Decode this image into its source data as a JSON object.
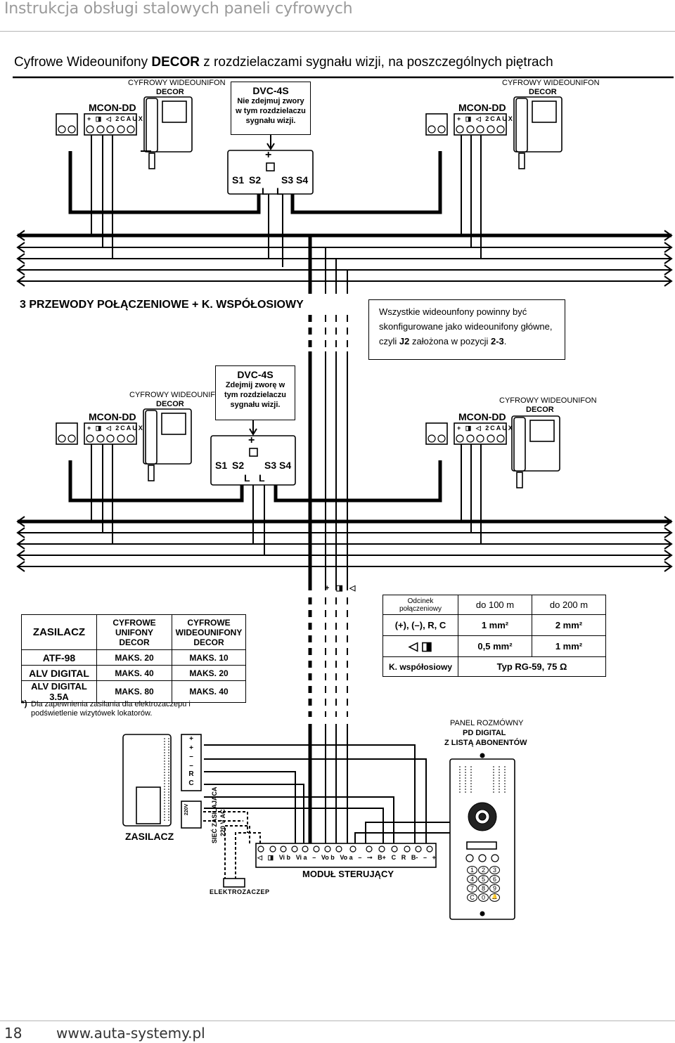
{
  "page": {
    "header_title": "Instrukcja obsługi stalowych paneli cyfrowych",
    "subtitle_before": "Cyfrowe Wideounifony ",
    "subtitle_bold": "DECOR",
    "subtitle_after": " z rozdzielaczami sygnału wizji, na poszczególnych piętrach",
    "page_number": "18",
    "website": "www.auta-systemy.pl"
  },
  "devices": {
    "monitor_label_line1": "CYFROWY WIDEOUNIFON",
    "monitor_label_line2": "DECOR",
    "mcon_label": "MCON-DD",
    "terminal_labels": [
      "+",
      "◨",
      "◁",
      "2C",
      "AUX"
    ]
  },
  "dvc_top": {
    "title": "DVC-4S",
    "line1": "Nie zdejmuj zwory",
    "line2": "w tym rozdzielaczu",
    "line3": "sygnału wizji."
  },
  "dvc_bottom": {
    "title": "DVC-4S",
    "line1": "Zdejmij zworę w",
    "line2": "tym rozdzielaczu",
    "line3": "sygnału wizji."
  },
  "splitter": {
    "plus": "+",
    "s1": "S1",
    "s2": "S2",
    "s3": "S3",
    "s4": "S4",
    "l1": "L",
    "l2": "L"
  },
  "bus_label": "3 PRZEWODY POŁĄCZENIOWE + K. WSPÓŁOSIOWY",
  "note": {
    "line1": "Wszystkie wideounfony powinny być",
    "line2": "skonfigurowane jako wideounifony główne,",
    "line3_a": "czyli ",
    "line3_b": "J2",
    "line3_c": " założona w pozycji ",
    "line3_d": "2-3",
    "line3_e": "."
  },
  "power_table": {
    "headers": [
      "ZASILACZ",
      "CYFROWE UNIFONY DECOR",
      "CYFROWE WIDEOUNIFONY DECOR"
    ],
    "rows": [
      [
        "ATF-98",
        "MAKS. 20",
        "MAKS. 10"
      ],
      [
        "ALV DIGITAL",
        "MAKS. 40",
        "MAKS. 20"
      ],
      [
        "ALV DIGITAL 3.5A",
        "MAKS. 80",
        "MAKS. 40"
      ]
    ],
    "footnote_mark": "*)",
    "footnote_line1": "Dla zapewnienia zasilania dla elektrozaczepu i",
    "footnote_line2": "podświetlenie wizytówek lokatorów."
  },
  "cable_table": {
    "header_c1_line1": "Odcinek",
    "header_c1_line2": "połączeniowy",
    "header_c2": "do 100 m",
    "header_c3": "do 200 m",
    "rows": [
      [
        "(+), (–), R, C",
        "1 mm²",
        "2 mm²"
      ],
      [
        "◁  ◨",
        "0,5 mm²",
        "1 mm²"
      ],
      [
        "K. współosiowy",
        "Typ RG-59, 75 Ω",
        ""
      ]
    ]
  },
  "power_supply": {
    "label": "ZASILACZ",
    "terminals": [
      "+",
      "+",
      "–",
      "–",
      "R",
      "C"
    ],
    "mains_terminal": "220V",
    "mains_label_line1": "SIEĆ ZASILAJĄCA",
    "mains_label_line2": "220 V AC"
  },
  "control_module": {
    "label": "MODUŁ STERUJĄCY",
    "terminals": [
      "◁",
      "◨",
      "Vi b",
      "Vi a",
      "–",
      "Vo b",
      "Vo a",
      "–",
      "⊸",
      "B+",
      "C",
      "R",
      "B-",
      "–",
      "+"
    ]
  },
  "door_strike": {
    "label": "ELEKTROZACZEP"
  },
  "top_symbols": "+ ◨ ◁",
  "panel": {
    "line1": "PANEL ROZMÓWNY",
    "line2": "PD DIGITAL",
    "line3": "Z LISTĄ ABONENTÓW",
    "keys": [
      "1",
      "2",
      "3",
      "4",
      "5",
      "6",
      "7",
      "8",
      "9",
      "C",
      "0",
      "🔔"
    ]
  }
}
